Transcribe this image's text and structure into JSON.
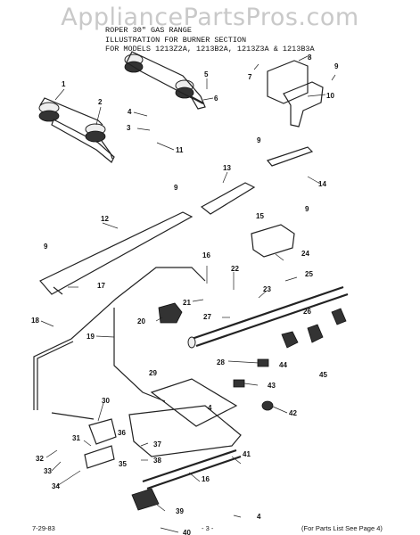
{
  "watermark": "AppliancePartsPros.com",
  "header": {
    "line1": "ROPER 30\" GAS RANGE",
    "line2": "ILLUSTRATION FOR BURNER SECTION",
    "line3": "FOR MODELS 1213Z2A, 1213B2A, 1213Z3A & 1213B3A"
  },
  "footer": {
    "date": "7-29-83",
    "page": "- 3 -",
    "note": "(For Parts List See Page 4)"
  },
  "callouts": {
    "c1": "1",
    "c2": "2",
    "c3": "3",
    "c4a": "4",
    "c4b": "4",
    "c4c": "4",
    "c5": "5",
    "c6": "6",
    "c7": "7",
    "c8": "8",
    "c9a": "9",
    "c9b": "9",
    "c9c": "9",
    "c9d": "9",
    "c9e": "9",
    "c10": "10",
    "c11": "11",
    "c12": "12",
    "c13": "13",
    "c14": "14",
    "c15": "15",
    "c16a": "16",
    "c16b": "16",
    "c17": "17",
    "c18": "18",
    "c19": "19",
    "c20": "20",
    "c21": "21",
    "c22": "22",
    "c23": "23",
    "c24": "24",
    "c25": "25",
    "c26": "26",
    "c27": "27",
    "c28": "28",
    "c29": "29",
    "c30": "30",
    "c31": "31",
    "c32": "32",
    "c33": "33",
    "c34": "34",
    "c35": "35",
    "c36": "36",
    "c37": "37",
    "c38": "38",
    "c39": "39",
    "c40": "40",
    "c41": "41",
    "c42": "42",
    "c43": "43",
    "c44": "44",
    "c45": "45"
  }
}
